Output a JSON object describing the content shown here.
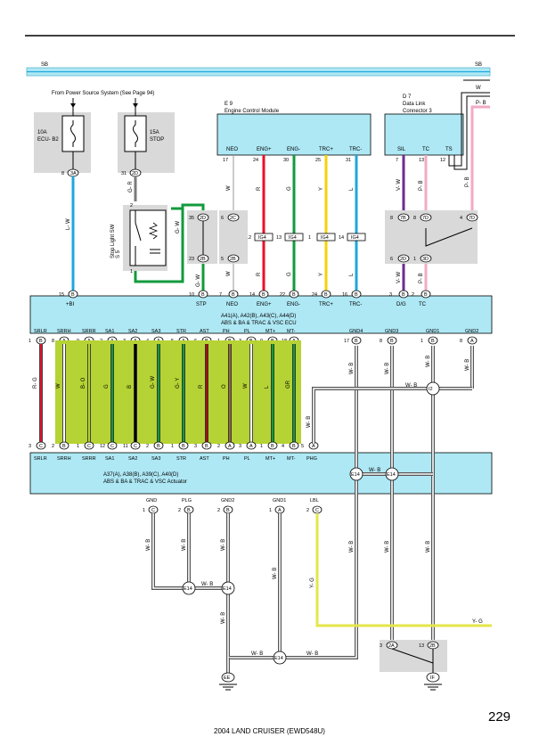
{
  "page_number": "229",
  "footer": "2004 LAND CRUISER (EWD548U)",
  "bus": {
    "left": "SB",
    "right": "SB"
  },
  "power_source_note": "From Power Source System (See Page 94)",
  "fuses": [
    {
      "id": "fuse-ecu-b2",
      "amp": "10A",
      "name": "ECU- B2",
      "pin": "8",
      "conn": "3A"
    },
    {
      "id": "fuse-stop",
      "amp": "15A",
      "name": "STOP",
      "pin": "31",
      "conn": "2D"
    }
  ],
  "stop_switch": {
    "code": "S 5",
    "name": "Stop Light SW",
    "pins": [
      "2",
      "1"
    ]
  },
  "ecm": {
    "code": "E 9",
    "name": "Engine Control Module",
    "pins": [
      {
        "label": "NEO",
        "num": "17",
        "wire": "W",
        "color": "#ffffff"
      },
      {
        "label": "ENG+",
        "num": "24",
        "wire": "R",
        "color": "#e8102a"
      },
      {
        "label": "ENG-",
        "num": "30",
        "wire": "G",
        "color": "#129a3c"
      },
      {
        "label": "TRC+",
        "num": "25",
        "wire": "Y",
        "color": "#f5d20a"
      },
      {
        "label": "TRC-",
        "num": "31",
        "wire": "L",
        "color": "#1ea7dc"
      }
    ]
  },
  "dlc": {
    "code": "D 7",
    "name": "Data Link",
    "name2": "Connector 3",
    "pins": [
      {
        "label": "SIL",
        "num": "7",
        "wire": "V- W"
      },
      {
        "label": "TC",
        "num": "13",
        "wire": "P- B"
      },
      {
        "label": "TS",
        "num": "12",
        "wire": "W"
      }
    ],
    "top_wires": [
      "W",
      "P- B"
    ]
  },
  "junction_ig4": "IG4",
  "ig4_pins": [
    "12",
    "13",
    "1",
    "14"
  ],
  "junction_pins": {
    "sb_pin": "35",
    "sb_conn": "2D",
    "sb2_pin": "23",
    "sb2_conn": "2B",
    "neo_upper": "6",
    "neo_upper_conn": "2C",
    "neo_lower": "5",
    "neo_lower_conn": "2B",
    "sil_upper": "8",
    "sil_upper_conn": "7B",
    "sil_lower": "6",
    "sil_lower_conn": "2D",
    "tc_upper": "8",
    "tc_upper_conn": "7D",
    "tc_lower": "1",
    "tc_lower_conn": "3D",
    "tc2": "4",
    "tc2_conn": "7D"
  },
  "ecu": {
    "codes": "A41(A), A42(B), A43(C), A44(D)",
    "name": "ABS & BA & TRAC & VSC ECU",
    "top_pins": [
      {
        "label": "+BI",
        "num": "15",
        "conn": "B"
      },
      {
        "label": "STP",
        "num": "10",
        "conn": "B"
      },
      {
        "label": "NEO",
        "num": "7",
        "conn": "B"
      },
      {
        "label": "ENG+",
        "num": "14",
        "conn": "B"
      },
      {
        "label": "ENG-",
        "num": "22",
        "conn": "B"
      },
      {
        "label": "TRC+",
        "num": "24",
        "conn": "B"
      },
      {
        "label": "TRC-",
        "num": "16",
        "conn": "B"
      },
      {
        "label": "D/G",
        "num": "3",
        "conn": "B"
      },
      {
        "label": "TC",
        "num": "2",
        "conn": "B"
      }
    ],
    "bottom_pins": [
      {
        "label": "SRLR",
        "num": "1",
        "conn": "B"
      },
      {
        "label": "SRRH",
        "num": "8",
        "conn": "A"
      },
      {
        "label": "SRRR",
        "num": "9",
        "conn": "A"
      },
      {
        "label": "SA1",
        "num": "2",
        "conn": "A"
      },
      {
        "label": "SA2",
        "num": "3",
        "conn": "A"
      },
      {
        "label": "SA3",
        "num": "4",
        "conn": "A"
      },
      {
        "label": "STR",
        "num": "5",
        "conn": "A"
      },
      {
        "label": "AST",
        "num": "6",
        "conn": "B"
      },
      {
        "label": "PH",
        "num": "1",
        "conn": "B"
      },
      {
        "label": "PL",
        "num": "3",
        "conn": "B"
      },
      {
        "label": "MT+",
        "num": "9",
        "conn": "B"
      },
      {
        "label": "MT-",
        "num": "18",
        "conn": "A"
      },
      {
        "label": "GND4",
        "num": "17",
        "conn": "B"
      },
      {
        "label": "GND3",
        "num": "8",
        "conn": "B"
      },
      {
        "label": "GND1",
        "num": "1",
        "conn": "B"
      },
      {
        "label": "GND2",
        "num": "8",
        "conn": "A"
      }
    ]
  },
  "signal_wires": [
    "R- G",
    "W",
    "B- O",
    "G",
    "B",
    "G- W",
    "G- Y",
    "R",
    "O",
    "W",
    "L",
    "GR"
  ],
  "actuator": {
    "codes": "A37(A), A38(B), A39(C), A40(D)",
    "name": "ABS & BA & TRAC & VSC Actuator",
    "top_pins": [
      {
        "label": "SRLR",
        "num": "3",
        "conn": "C"
      },
      {
        "label": "SRRH",
        "num": "2",
        "conn": "B"
      },
      {
        "label": "SRRR",
        "num": "1",
        "conn": "C"
      },
      {
        "label": "SA1",
        "num": "12",
        "conn": "C"
      },
      {
        "label": "SA2",
        "num": "11",
        "conn": "C"
      },
      {
        "label": "SA3",
        "num": "2",
        "conn": "B"
      },
      {
        "label": "STR",
        "num": "1",
        "conn": "B"
      },
      {
        "label": "AST",
        "num": "3",
        "conn": "B"
      },
      {
        "label": "PH",
        "num": "2",
        "conn": "A"
      },
      {
        "label": "PL",
        "num": "3",
        "conn": "A"
      },
      {
        "label": "MT+",
        "num": "1",
        "conn": "B"
      },
      {
        "label": "MT-",
        "num": "4",
        "conn": "B"
      },
      {
        "label": "PHG",
        "num": "5",
        "conn": "A"
      }
    ],
    "bottom_pins": [
      {
        "label": "GND",
        "num": "1",
        "conn": "C"
      },
      {
        "label": "PLG",
        "num": "2",
        "conn": "B"
      },
      {
        "label": "GND2",
        "num": "2",
        "conn": "B"
      },
      {
        "label": "GND1",
        "num": "1",
        "conn": "A"
      },
      {
        "label": "LBL",
        "num": "2",
        "conn": "C"
      }
    ]
  },
  "wire_labels": {
    "wb": "W- B",
    "yg": "Y- G"
  },
  "splices": {
    "e14": "E14",
    "i2": "I2"
  },
  "ground_pins": [
    {
      "num": "3",
      "conn": "2A"
    },
    {
      "num": "13",
      "conn": "2B"
    }
  ],
  "grounds": {
    "left": "EE",
    "right": "IF"
  }
}
